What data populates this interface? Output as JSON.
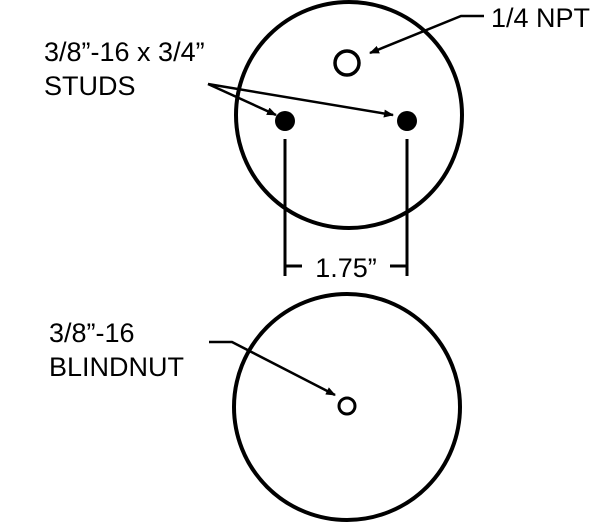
{
  "labels": {
    "port": "1/4 NPT",
    "studs_line1": "3/8”-16 x 3/4”",
    "studs_line2": "STUDS",
    "spacing": "1.75”",
    "blindnut_line1": "3/8”-16",
    "blindnut_line2": "BLINDNUT"
  },
  "colors": {
    "stroke": "#000000",
    "background": "#ffffff"
  }
}
